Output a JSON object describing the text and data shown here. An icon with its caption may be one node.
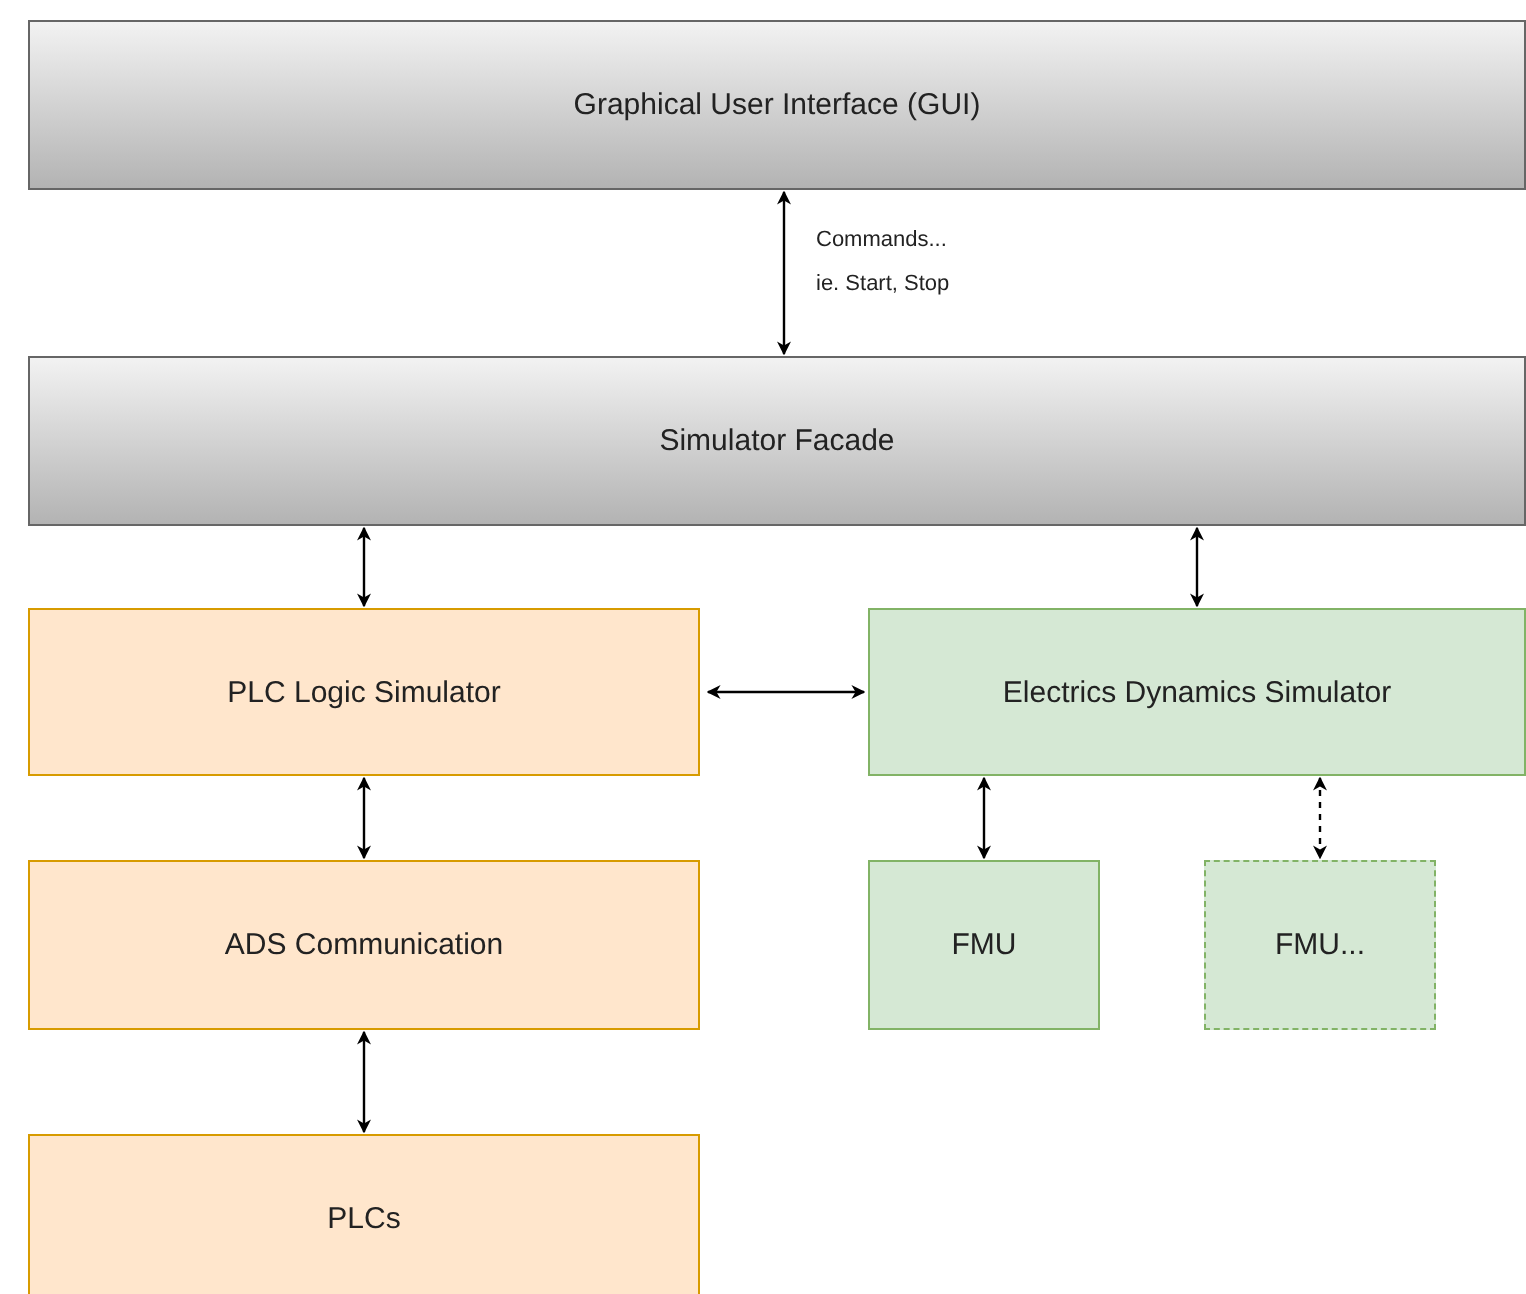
{
  "diagram": {
    "nodes": [
      {
        "text": [
          "Graphical User Interface (GUI)"
        ]
      },
      {
        "text": [
          "Simulator Facade"
        ]
      },
      {
        "text": [
          "PLC Logic Simulator"
        ]
      },
      {
        "text": [
          "Electrics Dynamics Simulator"
        ]
      },
      {
        "text": [
          "ADS Communication"
        ]
      },
      {
        "text": [
          "FMU"
        ]
      },
      {
        "text": [
          "FMU..."
        ]
      },
      {
        "text": [
          "PLCs"
        ]
      }
    ],
    "edges": [
      {
        "from": 0,
        "to": 1,
        "arrow": "both",
        "label": "Commands... ie. Start, Stop"
      },
      {
        "from": 1,
        "to": 2,
        "arrow": "both"
      },
      {
        "from": 1,
        "to": 3,
        "arrow": "both"
      },
      {
        "from": 2,
        "to": 3,
        "arrow": "both"
      },
      {
        "from": 2,
        "to": 4,
        "arrow": "both"
      },
      {
        "from": 3,
        "to": 5,
        "arrow": "both"
      },
      {
        "from": 3,
        "to": 6,
        "arrow": "both",
        "style": "dashed"
      },
      {
        "from": 4,
        "to": 7,
        "arrow": "both"
      }
    ]
  }
}
